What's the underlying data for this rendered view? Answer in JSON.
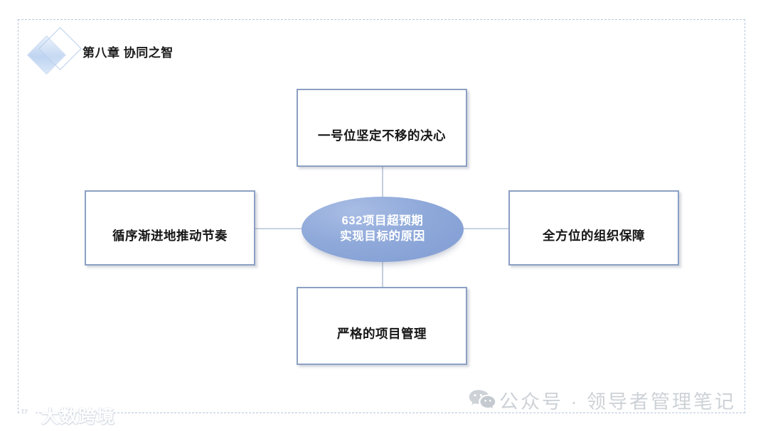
{
  "header": {
    "title": "第八章 协同之智",
    "logo_icon": "diamond-squares-icon"
  },
  "colors": {
    "box_border": "#8ba0c2",
    "box_fill": "#ffffff",
    "center_fill": "#8fa9da",
    "center_text": "#ffffff",
    "connector": "#b6c3d8",
    "frame_dash": "#b9c7dc",
    "node_text": "#161616",
    "watermark_gray": "#cdd2d7"
  },
  "diagram": {
    "type": "radial-hub-and-spoke",
    "center": {
      "shape": "ellipse",
      "lines": [
        "632项目超预期",
        "实现目标的原因"
      ]
    },
    "nodes": [
      {
        "id": "top",
        "position": "top",
        "label": "一号位坚定不移的决心"
      },
      {
        "id": "left",
        "position": "left",
        "label": "循序渐进地推动节奏"
      },
      {
        "id": "right",
        "position": "right",
        "label": "全方位的组织保障"
      },
      {
        "id": "bottom",
        "position": "bottom",
        "label": "严格的项目管理"
      }
    ],
    "connectors": 4
  },
  "watermarks": {
    "wechat": {
      "icon": "wechat-icon",
      "text": "公众号 · 领导者管理笔记"
    },
    "brand": {
      "icon": "brand-mark-icon",
      "text": "大数跨境"
    }
  }
}
